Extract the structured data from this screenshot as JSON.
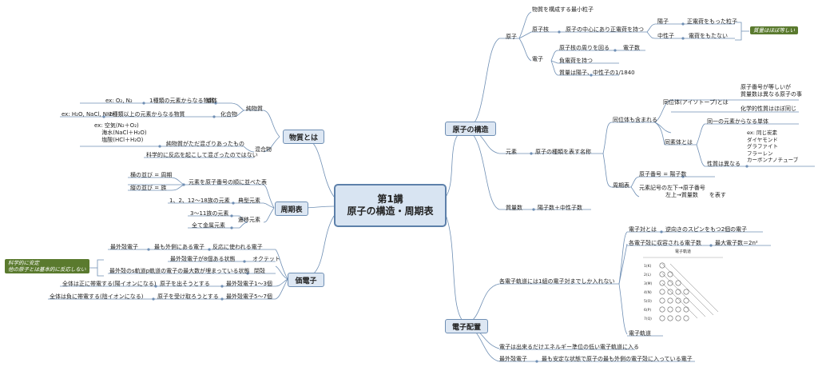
{
  "center": {
    "title": "第1講",
    "subtitle": "原子の構造・周期表"
  },
  "branches": {
    "atom_structure": "原子の構造",
    "matter": "物質とは",
    "periodic": "周期表",
    "valence": "価電子",
    "electron_config": "電子配置"
  },
  "atom": {
    "label": "原子",
    "smallest": "物質を構成する最小粒子",
    "nucleus": "原子核",
    "nucleus_desc": "原子の中心にあり正電荷を持つ",
    "proton": "陽子",
    "proton_desc": "正電荷をもった粒子",
    "neutron": "中性子",
    "neutron_desc": "電荷をもたない",
    "mass_note": "質量はほぼ等しい",
    "electron": "電子",
    "electron_orbit": "原子核の周りを回る",
    "electron_count": "電子数",
    "electron_neg": "負電荷を持つ",
    "electron_mass": "質量は陽子、中性子の1/1840"
  },
  "element": {
    "label": "元素",
    "desc": "原子の種類を表す名称",
    "includes": "同位体も含まれる",
    "isotope": "同位体(アイソトープ)とは",
    "isotope_def1": "原子番号が等しいが",
    "isotope_def2": "質量数は異なる原子の事",
    "isotope_chem": "化学的性質はほぼ同じ",
    "allotrope": "同素体とは",
    "allotrope_def": "同一の元素からなる単体",
    "allotrope_ex": "ex: 同じ炭素\nダイヤモンド\nグラファイト\nフラーレン\nカーボンナノチューブ",
    "allotrope_prop": "性質は異なる",
    "periodic": "周期表",
    "atomic_number": "原子番号 = 陽子数",
    "notation1": "元素記号の左下→原子番号",
    "notation2": "左上→質量数　　を表す",
    "mass_number": "質量数",
    "mass_number_def": "陽子数＋中性子数"
  },
  "matter": {
    "pure": "純物質",
    "element": "単体",
    "element_desc": "1種類の元素からなる物質",
    "element_ex": "ex: O₂, N₂",
    "compound": "化合物",
    "compound_desc": "2種類以上の元素からなる物質",
    "compound_ex": "ex: H₂O, NaCl, NH₃",
    "mixture": "混合物",
    "mixture_ex": "ex: 空気(N₂＋O₂)\n　 海水(NaCl＋H₂O)\n　 塩酸(HCl＋H₂O)",
    "mixture_desc": "純物質がただ混ざりあったもの",
    "mixture_note": "科学的に反応を起こして混ざったのではない"
  },
  "periodic": {
    "row": "横の並び = 周期",
    "col": "縦の並び = 族",
    "desc": "元素を原子番号の順に並べた表",
    "typical": "典型元素",
    "typical_groups": "1、2、12〜18族の元素",
    "transition": "遷移元素",
    "transition_groups": "3〜11族の元素",
    "metal": "全て金属元素"
  },
  "valence": {
    "outermost": "最外殻電子",
    "outermost_desc": "最も外側にある電子",
    "reaction": "反応に使われる電子",
    "octet_cond": "最外殻電子が8個ある状態",
    "octet": "オクテット",
    "closed_cond": "最外殻のs軌道p軌道の電子の最大数が埋まっている状態",
    "closed": "閉殻",
    "note": "科学的に安定\n他の原子とは基本的に反応しない",
    "pos_charge": "全体は正に帯電する(陽イオンになる)",
    "pos_desc": "原子を出そうとする",
    "pos_range": "最外殻電子1〜3個",
    "neg_charge": "全体は負に帯電する(陰イオンになる)",
    "neg_desc": "原子を受け取ろうとする",
    "neg_range": "最外殻電子5〜7個"
  },
  "electron_config": {
    "rule1": "各電子軌道には1組の電子対までしか入れない",
    "pair_label": "電子対とは",
    "pair_desc": "逆向きのスピンをもつ2個の電子",
    "max_label": "各電子殻に収容される電子数",
    "max_formula": "最大電子数＝2n²",
    "orbital": "電子軌道",
    "chart_title": "電子軌道",
    "shells": [
      "1(K)",
      "2(L)",
      "3(M)",
      "4(N)",
      "5(O)",
      "6(P)",
      "7(Q)"
    ],
    "rule2": "電子は出来るだけエネルギー準位の低い電子軌道に入る",
    "outer_label": "最外殻電子",
    "outer_desc": "最も安定な状態で原子の最も外側の電子殻に入っている電子"
  }
}
